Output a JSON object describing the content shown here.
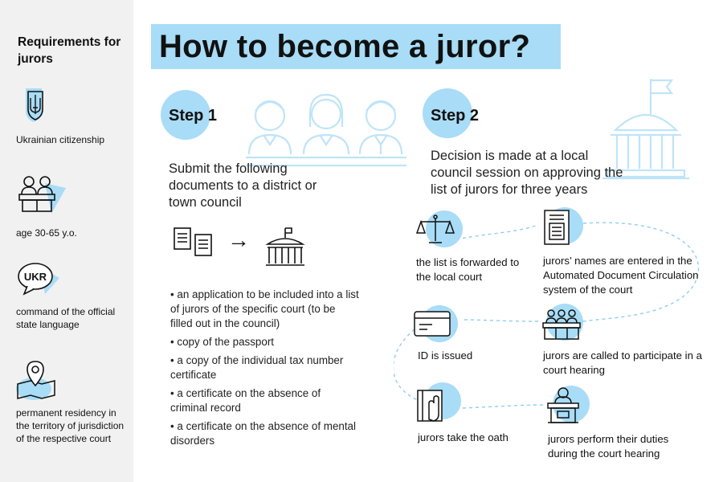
{
  "sidebar": {
    "title": "Requirements for jurors",
    "items": [
      {
        "icon": "trident-coat-of-arms-icon",
        "label": "Ukrainian citizenship"
      },
      {
        "icon": "two-people-at-desk-icon",
        "label": "age 30-65 y.o."
      },
      {
        "icon": "speech-bubble-icon",
        "bubble_text": "UKR",
        "label": "command of the official state language"
      },
      {
        "icon": "map-pin-icon",
        "label": "permanent residency in the territory of jurisdiction of the respective court"
      }
    ]
  },
  "title": "How to become a juror?",
  "step1": {
    "label_word": "Step",
    "label_number": "1",
    "instruction": "Submit the following documents to a district or town council",
    "flow_icons": [
      "documents-icon",
      "arrow-right-icon",
      "council-building-icon"
    ],
    "arrow_glyph": "→",
    "documents": [
      "• an application to be included into a list of jurors of the specific court (to be filled out in the council)",
      "• copy of the passport",
      "• a copy of the individual tax number certificate",
      "• a certificate on the absence of criminal record",
      "• a certificate on the absence of mental disorders"
    ]
  },
  "step2": {
    "label_word": "Step",
    "label_number": "2",
    "decision": "Decision is made at a local council session on approving the list of jurors for three years",
    "process": [
      {
        "icon": "scales-icon",
        "label": "the list is forwarded to the local court"
      },
      {
        "icon": "document-system-icon",
        "label": "jurors’ names are entered in the Automated Document Circulation system of the court"
      },
      {
        "icon": "id-card-icon",
        "label": "ID is issued"
      },
      {
        "icon": "jury-box-icon",
        "label": "jurors are called to participate in a court hearing"
      },
      {
        "icon": "hand-on-book-icon",
        "label": "jurors take the oath"
      },
      {
        "icon": "judge-at-podium-icon",
        "label": "jurors perform their duties during the court hearing"
      }
    ]
  },
  "colors": {
    "accent": "#a8dcf7",
    "line": "#8fcdef",
    "sidebar_bg": "#f1f1f1",
    "text": "#111111"
  }
}
